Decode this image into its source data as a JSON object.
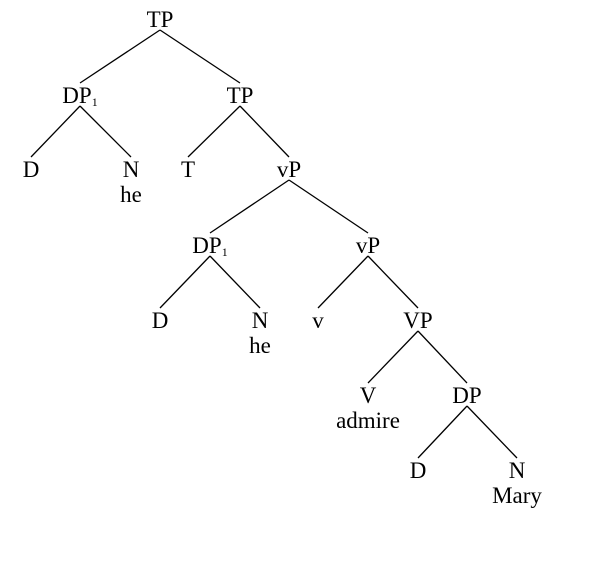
{
  "tree": {
    "label": "TP",
    "children": [
      {
        "label": "DP",
        "index": "1",
        "children": [
          {
            "label": "D"
          },
          {
            "label": "N",
            "word": "he"
          }
        ]
      },
      {
        "label": "TP",
        "children": [
          {
            "label": "T"
          },
          {
            "label": "vP",
            "children": [
              {
                "label": "DP",
                "index": "1",
                "children": [
                  {
                    "label": "D"
                  },
                  {
                    "label": "N",
                    "word": "he"
                  }
                ]
              },
              {
                "label": "vP",
                "children": [
                  {
                    "label": "v"
                  },
                  {
                    "label": "VP",
                    "children": [
                      {
                        "label": "V",
                        "word": "admire"
                      },
                      {
                        "label": "DP",
                        "children": [
                          {
                            "label": "D"
                          },
                          {
                            "label": "N",
                            "word": "Mary"
                          }
                        ]
                      }
                    ]
                  }
                ]
              }
            ]
          }
        ]
      }
    ]
  }
}
